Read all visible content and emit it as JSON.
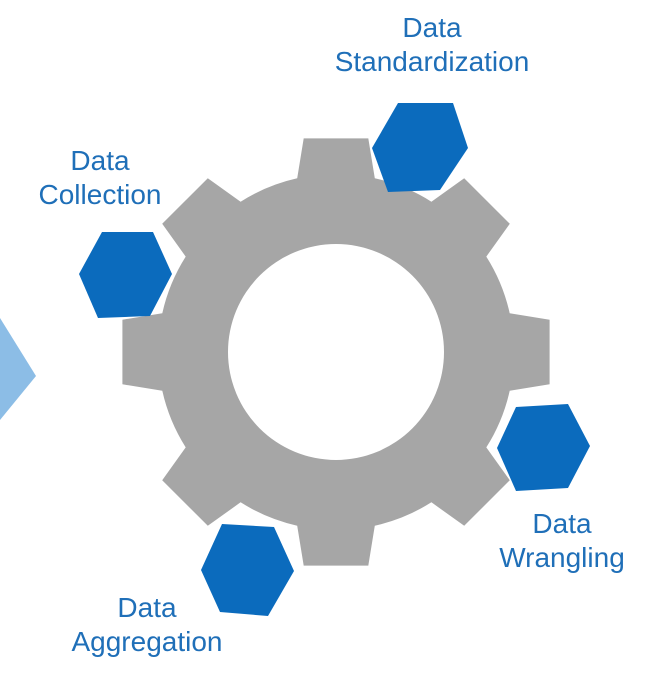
{
  "colors": {
    "gear": "#a6a6a6",
    "hexagon": "#0b6bbd",
    "label_text": "#1f6fb8",
    "arrow": "#8cbde6",
    "background": "#ffffff"
  },
  "nodes": [
    {
      "id": "standardization",
      "line1": "Data",
      "line2": "Standardization"
    },
    {
      "id": "collection",
      "line1": "Data",
      "line2": "Collection"
    },
    {
      "id": "wrangling",
      "line1": "Data",
      "line2": "Wrangling"
    },
    {
      "id": "aggregation",
      "line1": "Data",
      "line2": "Aggregation"
    }
  ]
}
